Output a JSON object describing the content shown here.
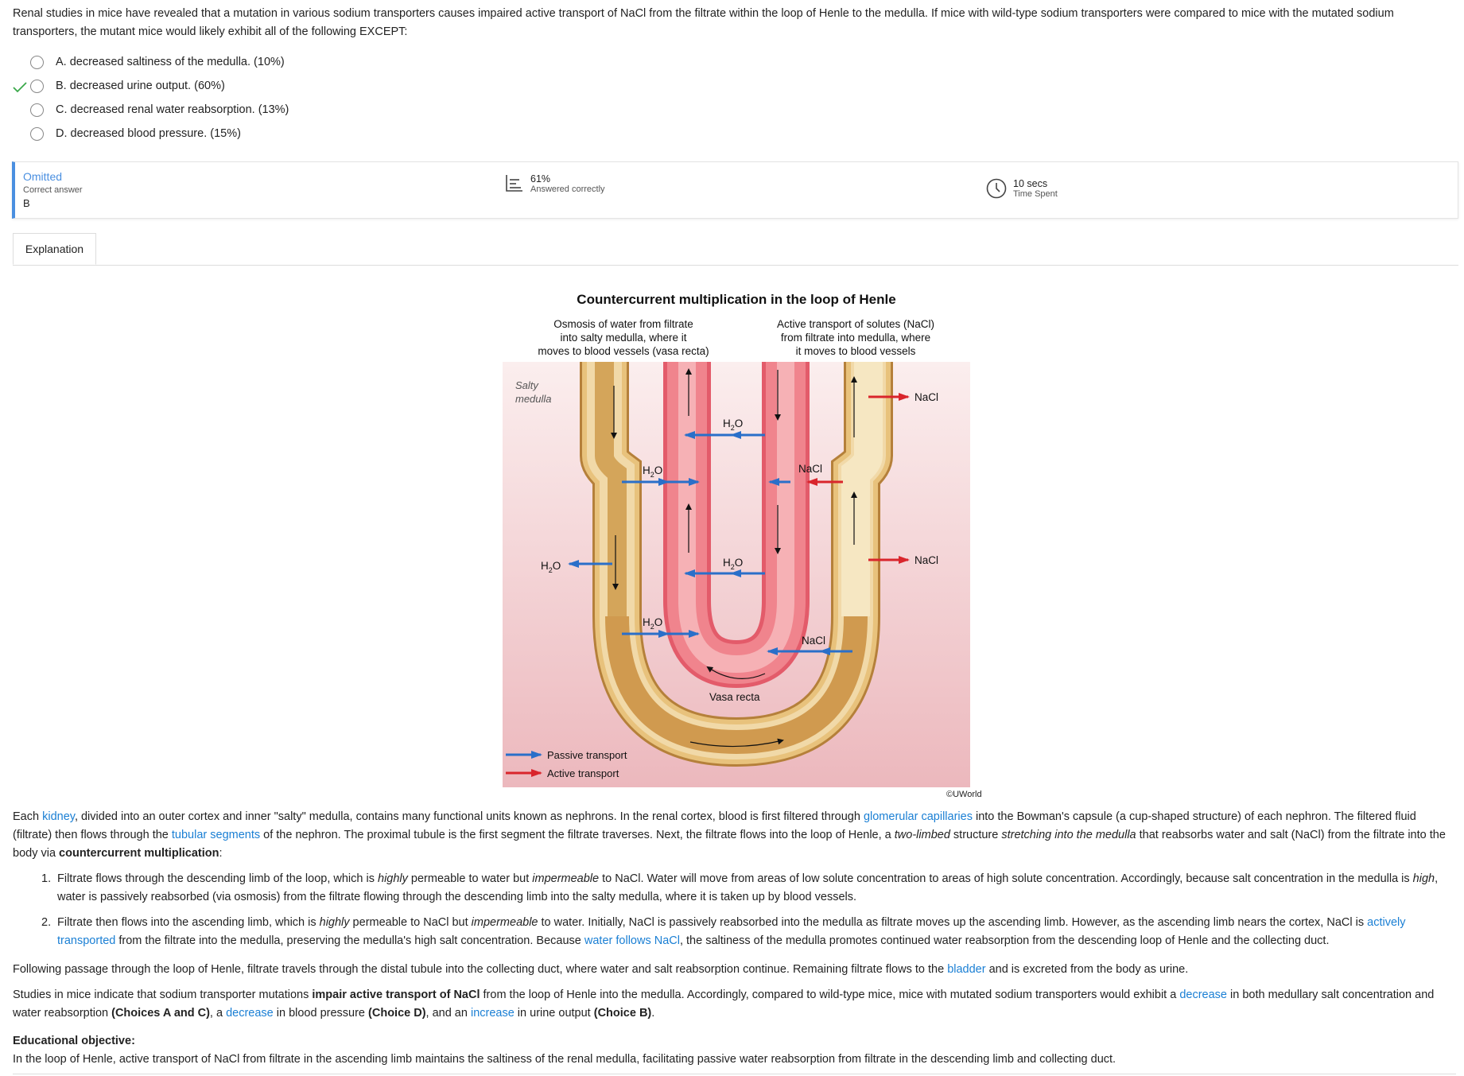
{
  "question": {
    "stem": "Renal studies in mice have revealed that a mutation in various sodium transporters causes impaired active transport of NaCl from the filtrate within the loop of Henle to the medulla.  If mice with wild-type sodium transporters were compared to mice with the mutated sodium transporters, the mutant mice would likely exhibit all of the following EXCEPT:"
  },
  "choices": [
    {
      "label": "A.  decreased saltiness of the medulla.  (10%)"
    },
    {
      "label": "B.  decreased urine output.  (60%)"
    },
    {
      "label": "C.  decreased renal water reabsorption.  (13%)"
    },
    {
      "label": "D.  decreased blood pressure.  (15%)"
    }
  ],
  "stats": {
    "status": "Omitted",
    "correct_answer_label": "Correct answer",
    "correct_answer": "B",
    "percent": "61%",
    "percent_label": "Answered correctly",
    "time": "10 secs",
    "time_label": "Time Spent",
    "accent_color": "#4a8fe0"
  },
  "tabs": {
    "explanation": "Explanation"
  },
  "figure": {
    "title": "Countercurrent multiplication in the loop of Henle",
    "caption_left": [
      "Osmosis of water from filtrate",
      "into salty medulla, where it",
      "moves to blood vessels (vasa recta)"
    ],
    "caption_right": [
      "Active transport of solutes (NaCl)",
      "from filtrate into medulla, where",
      "it moves to blood vessels"
    ],
    "region_label": [
      "Salty",
      "medulla"
    ],
    "vessel_label": "Vasa recta",
    "water": "H",
    "water_sub": "2",
    "water_end": "O",
    "salt": "NaCl",
    "legend_passive": "Passive transport",
    "legend_active": "Active transport",
    "copyright": "©UWorld",
    "colors": {
      "passive": "#2a6fc9",
      "active": "#d9252c",
      "medulla": "#f0c6c8",
      "tubule": "#e9c27a",
      "vessel": "#e87c84"
    }
  },
  "explanation": {
    "p1": {
      "t1": "Each ",
      "l1": "kidney",
      "t2": ", divided into an outer cortex and inner \"salty\" medulla, contains many functional units known as nephrons.  In the renal cortex, blood is first filtered through ",
      "l2": "glomerular capillaries",
      "t3": " into the Bowman's capsule (a cup-shaped structure) of each nephron.  The filtered fluid (filtrate) then flows through the ",
      "l3": "tubular segments",
      "t4": " of the nephron.  The proximal tubule is the first segment the filtrate traverses.  Next, the filtrate flows into the loop of Henle, a ",
      "i1": "two-limbed",
      "t5": " structure ",
      "i2": "stretching into the medulla",
      "t6": " that reabsorbs water and salt (NaCl) from the filtrate into the body via ",
      "b1": "countercurrent multiplication",
      "t7": ":"
    },
    "li1": {
      "num": "1.",
      "t1": "Filtrate flows through the descending limb of the loop, which is ",
      "i1": "highly",
      "t2": " permeable to water but ",
      "i2": "impermeable",
      "t3": " to NaCl.  Water will move from areas of low solute concentration to areas of high solute concentration.  Accordingly, because salt concentration in the medulla is ",
      "i3": "high",
      "t4": ", water is passively reabsorbed (via osmosis) from the filtrate flowing through the descending limb into the salty medulla, where it is taken up by blood vessels."
    },
    "li2": {
      "num": "2.",
      "t1": "Filtrate then flows into the ascending limb, which is ",
      "i1": "highly",
      "t2": " permeable to NaCl but ",
      "i2": "impermeable",
      "t3": " to water.  Initially, NaCl is passively reabsorbed into the medulla as filtrate moves up the ascending limb.  However, as the ascending limb nears the cortex, NaCl is ",
      "l1": "actively transported",
      "t4": " from the filtrate into the medulla, preserving the medulla's high salt concentration.  Because ",
      "l2": "water follows NaCl",
      "t5": ", the saltiness of the medulla promotes continued water reabsorption from the descending loop of Henle and the collecting duct."
    },
    "p2": {
      "t1": "Following passage through the loop of Henle, filtrate travels through the distal tubule into the collecting duct, where water and salt reabsorption continue.  Remaining filtrate flows to the ",
      "l1": "bladder",
      "t2": " and is excreted from the body as urine."
    },
    "p3": {
      "t1": "Studies in mice indicate that sodium transporter mutations ",
      "b1": "impair active transport of NaCl",
      "t2": " from the loop of Henle into the medulla.  Accordingly, compared to wild-type mice, mice with mutated sodium transporters would exhibit a ",
      "l1": "decrease",
      "t3": " in both medullary salt concentration and water reabsorption ",
      "b2": "(Choices A and C)",
      "t4": ", a ",
      "l2": "decrease",
      "t5": " in blood pressure ",
      "b3": "(Choice D)",
      "t6": ", and an ",
      "l3": "increase",
      "t7": " in urine output ",
      "b4": "(Choice B)",
      "t8": "."
    },
    "objective": {
      "heading": "Educational objective:",
      "text": "In the loop of Henle, active transport of NaCl from filtrate in the ascending limb maintains the saltiness of the renal medulla, facilitating passive water reabsorption from filtrate in the descending limb and collecting duct."
    }
  }
}
